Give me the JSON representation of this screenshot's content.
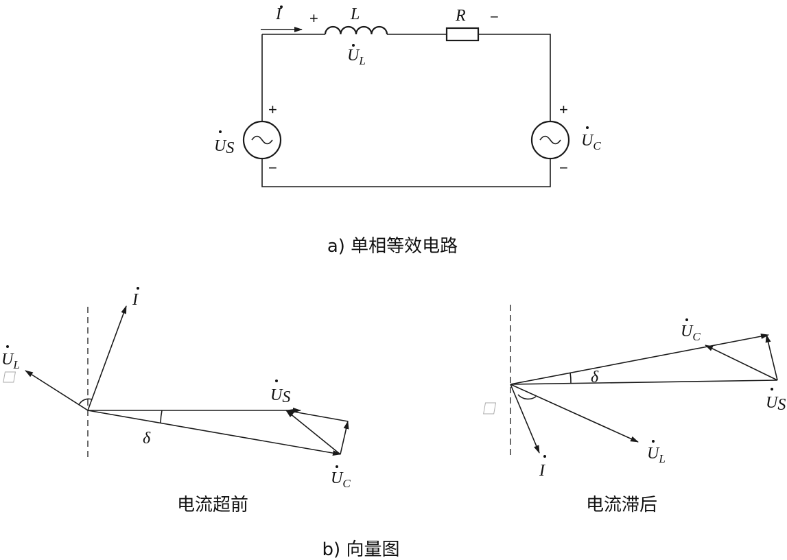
{
  "figure_a": {
    "caption": "a) 单相等效电路",
    "current_label": "I",
    "inductor_label": "L",
    "resistor_label": "R",
    "inductor_voltage": {
      "main": "U",
      "sub": "L"
    },
    "source_voltage": {
      "main": "U",
      "sub": "S"
    },
    "end_voltage": {
      "main": "U",
      "sub": "C"
    },
    "plus": "+",
    "minus": "−"
  },
  "figure_b": {
    "caption": "b) 向量图",
    "left": {
      "title": "电流超前",
      "labels": {
        "I": "I",
        "UL": {
          "main": "U",
          "sub": "L"
        },
        "US": {
          "main": "U",
          "sub": "S"
        },
        "UC": {
          "main": "U",
          "sub": "C"
        },
        "delta": "δ"
      }
    },
    "right": {
      "title": "电流滞后",
      "labels": {
        "I": "I",
        "UL": {
          "main": "U",
          "sub": "L"
        },
        "US": {
          "main": "U",
          "sub": "S"
        },
        "UC": {
          "main": "U",
          "sub": "C"
        },
        "delta": "δ"
      }
    }
  }
}
